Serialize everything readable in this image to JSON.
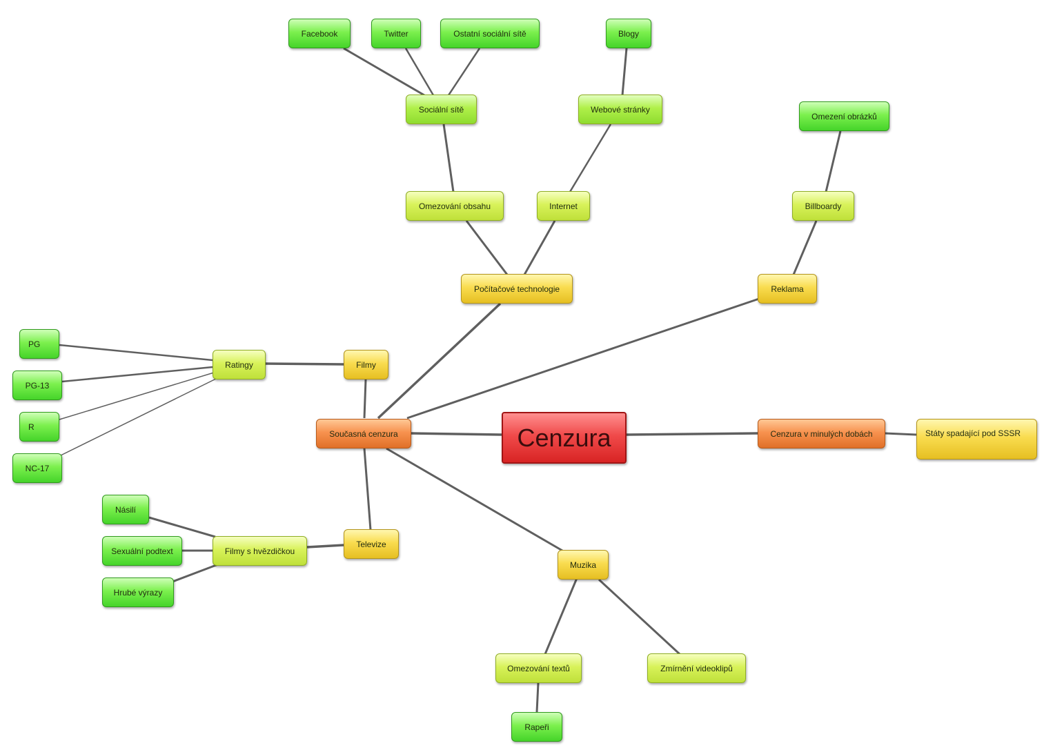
{
  "nodes": {
    "cenzura": "Cenzura",
    "soucasna": "Současná cenzura",
    "minule": "Cenzura v minulých dobách",
    "sssr": "Státy spadající pod SSSR",
    "pocitacove": "Počítačové technologie",
    "reklama": "Reklama",
    "filmy": "Filmy",
    "televize": "Televize",
    "muzika": "Muzika",
    "omezovani_obsahu": "Omezování obsahu",
    "internet": "Internet",
    "billboardy": "Billboardy",
    "socialni_site": "Sociální sítě",
    "webove_stranky": "Webové stránky",
    "omezeni_obrazku": "Omezení obrázků",
    "facebook": "Facebook",
    "twitter": "Twitter",
    "ostatni": "Ostatní sociální sítě",
    "blogy": "Blogy",
    "ratingy": "Ratingy",
    "pg": "PG",
    "pg13": "PG-13",
    "r": "R",
    "nc17": "NC-17",
    "filmy_hvezdicka": "Filmy s hvězdičkou",
    "nasili": "Násilí",
    "sexualni": "Sexuální podtext",
    "hrube": "Hrubé výrazy",
    "omezovani_textu": "Omezování textů",
    "zmirneni": "Zmírnění videoklipů",
    "raperi": "Rapeři"
  },
  "colors": {
    "root": "#e63a3a",
    "orange": "#f08a45",
    "yellow": "#f3d23e",
    "lime": "#cdea4a",
    "green": "#5ee23a",
    "link": "#5f5f5f"
  }
}
